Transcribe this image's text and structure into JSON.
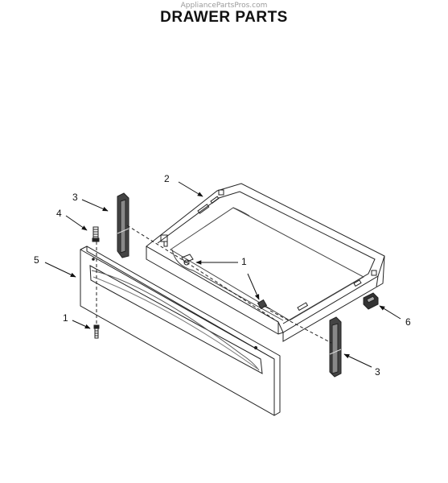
{
  "watermark": "AppliancePartsPros.com",
  "title": "DRAWER PARTS",
  "callouts": [
    {
      "id": "part-2-drawer",
      "label": "2"
    },
    {
      "id": "part-3-left",
      "label": "3"
    },
    {
      "id": "part-4",
      "label": "4"
    },
    {
      "id": "part-5-panel",
      "label": "5"
    },
    {
      "id": "part-1-center",
      "label": "1"
    },
    {
      "id": "part-1-lower",
      "label": "1"
    },
    {
      "id": "part-1-left",
      "label": "1"
    },
    {
      "id": "part-6",
      "label": "6"
    },
    {
      "id": "part-3-right",
      "label": "3"
    }
  ]
}
